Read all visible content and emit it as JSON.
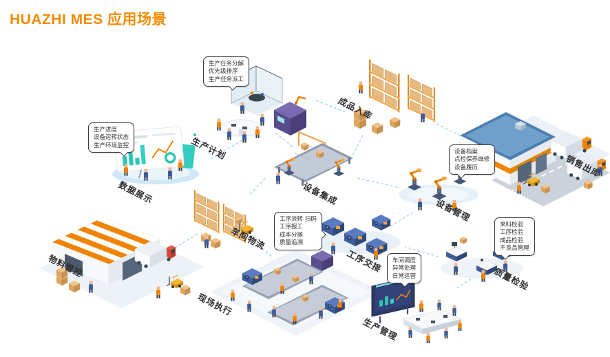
{
  "title": "HUAZHI MES 应用场景",
  "scenes": [
    {
      "id": "production-planning",
      "label": "生产计划"
    },
    {
      "id": "data-display",
      "label": "数据展示"
    },
    {
      "id": "finished-goods-inbound",
      "label": "成品入库"
    },
    {
      "id": "sales-outbound",
      "label": "销售出库"
    },
    {
      "id": "equipment-integration",
      "label": "设备集成"
    },
    {
      "id": "equipment-management",
      "label": "设备管理"
    },
    {
      "id": "workshop-logistics",
      "label": "车间物流"
    },
    {
      "id": "material-control",
      "label": "物料管控"
    },
    {
      "id": "process-handover",
      "label": "工序交接"
    },
    {
      "id": "shopfloor-execution",
      "label": "现场执行"
    },
    {
      "id": "quality-inspection",
      "label": "质量检验"
    },
    {
      "id": "production-management",
      "label": "生产管理"
    }
  ],
  "bubbles": [
    {
      "target": "生产计划",
      "lines": [
        "生产任务分解",
        "优先级排序",
        "生产任务派工"
      ]
    },
    {
      "target": "数据展示",
      "lines": [
        "生产进度",
        "设备运转状态",
        "生产环境监控"
      ]
    },
    {
      "target": "设备管理",
      "lines": [
        "设备档案",
        "点检保养维修",
        "设备履历"
      ]
    },
    {
      "target": "工序交接",
      "lines": [
        "工序流转·扫码",
        "工序报工",
        "成本分摊",
        "质量追溯"
      ]
    },
    {
      "target": "质量检验",
      "lines": [
        "来料检验",
        "工序检验",
        "成品检验",
        "不良品管理"
      ]
    },
    {
      "target": "生产管理",
      "lines": [
        "车间调度",
        "异常处理",
        "日常运营"
      ]
    }
  ],
  "colors": {
    "accent": "#F28C00",
    "connector": "#9FD4EA",
    "navy": "#3D5C9E",
    "teal": "#2EC4B6",
    "carton": "#E7BA80"
  }
}
